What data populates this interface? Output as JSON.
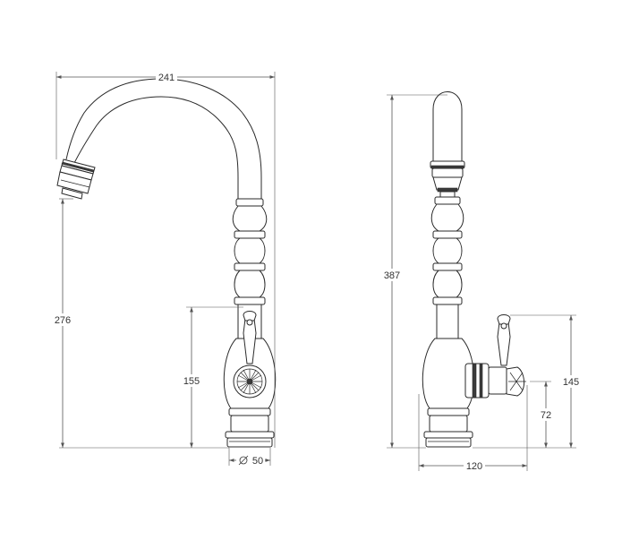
{
  "dimensions": {
    "front": {
      "width": "241",
      "height": "276",
      "handle_height": "155",
      "base_diameter": "50"
    },
    "side": {
      "height": "387",
      "lever_height": "145",
      "spout_center": "72",
      "depth": "120"
    }
  },
  "colors": {
    "line": "#2a2a2a",
    "dimension": "#555555",
    "background": "#ffffff"
  }
}
